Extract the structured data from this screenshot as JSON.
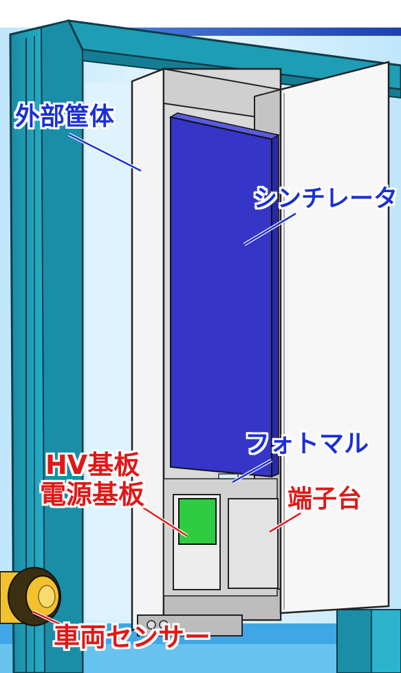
{
  "labels": {
    "housing": "外部筐体",
    "scintillator": "シンチレータ",
    "photomultiplier": "フォトマル",
    "hv_board": "HV基板",
    "power_board": "電源基板",
    "terminal_block": "端子台",
    "vehicle_sensor": "車両センサー"
  },
  "colors": {
    "frame_teal": "#1e9db5",
    "scintillator_blue": "#3535c8",
    "board_green": "#2ecc40",
    "label_blue": "#1a2fd6",
    "label_red": "#e01818",
    "sensor_yellow": "#f2c12e"
  }
}
